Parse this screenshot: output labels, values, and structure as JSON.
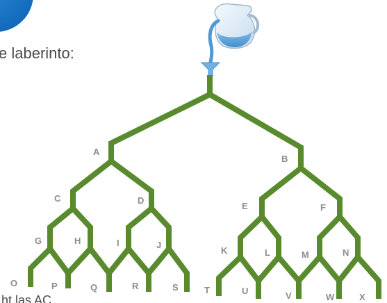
{
  "slide": {
    "intro_text": "e laberinto:",
    "bottom_text": "ht  las AC"
  },
  "diagram": {
    "pipe_color": "#5a8a2e",
    "label_color": "#8c8c8c",
    "labels": {
      "A": "A",
      "B": "B",
      "C": "C",
      "D": "D",
      "E": "E",
      "F": "F",
      "G": "G",
      "H": "H",
      "I": "I",
      "J": "J",
      "K": "K",
      "L": "L",
      "M": "M",
      "N": "N",
      "O": "O",
      "P": "P",
      "Q": "Q",
      "R": "R",
      "S": "S",
      "T": "T",
      "U": "U",
      "V": "V",
      "W": "W",
      "X": "X"
    }
  }
}
